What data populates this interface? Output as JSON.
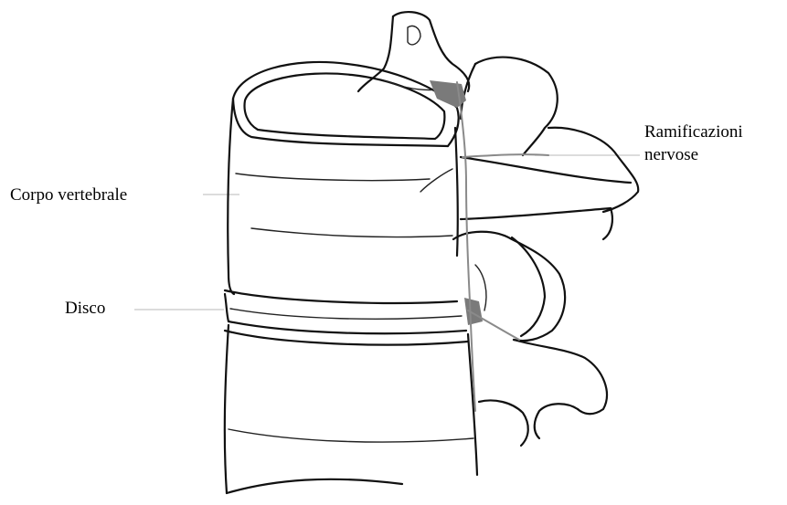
{
  "labels": {
    "nerve_branches_line1": "Ramificazioni",
    "nerve_branches_line2": "nervose",
    "vertebral_body": "Corpo vertebrale",
    "disc": "Disco"
  }
}
